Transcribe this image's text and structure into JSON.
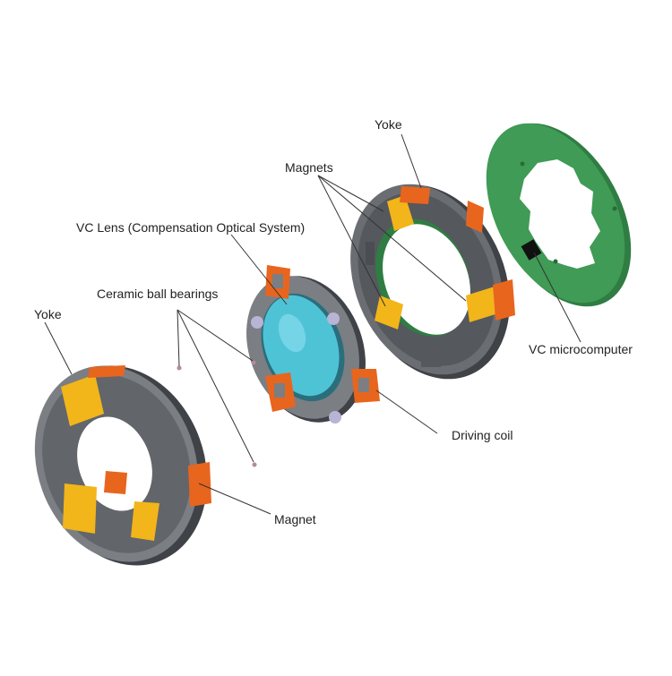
{
  "labels": {
    "yoke_left": "Yoke",
    "ceramic_ball_bearings": "Ceramic ball bearings",
    "vc_lens": "VC Lens (Compensation Optical System)",
    "magnets": "Magnets",
    "yoke_right": "Yoke",
    "vc_microcomputer": "VC microcomputer",
    "driving_coil": "Driving coil",
    "magnet": "Magnet"
  },
  "colors": {
    "frame_gray": "#5e6166",
    "frame_dark": "#3f4246",
    "frame_light": "#8a8d91",
    "magnet_yellow": "#f2b51a",
    "coil_orange": "#e8651e",
    "lens_cyan": "#4fc3d6",
    "pcb_green": "#3f9b55",
    "pcb_dark": "#2f7d43",
    "chip_black": "#111111",
    "bearing_lilac": "#b9b3d6",
    "leader_line": "#333333",
    "label_text": "#222222"
  }
}
